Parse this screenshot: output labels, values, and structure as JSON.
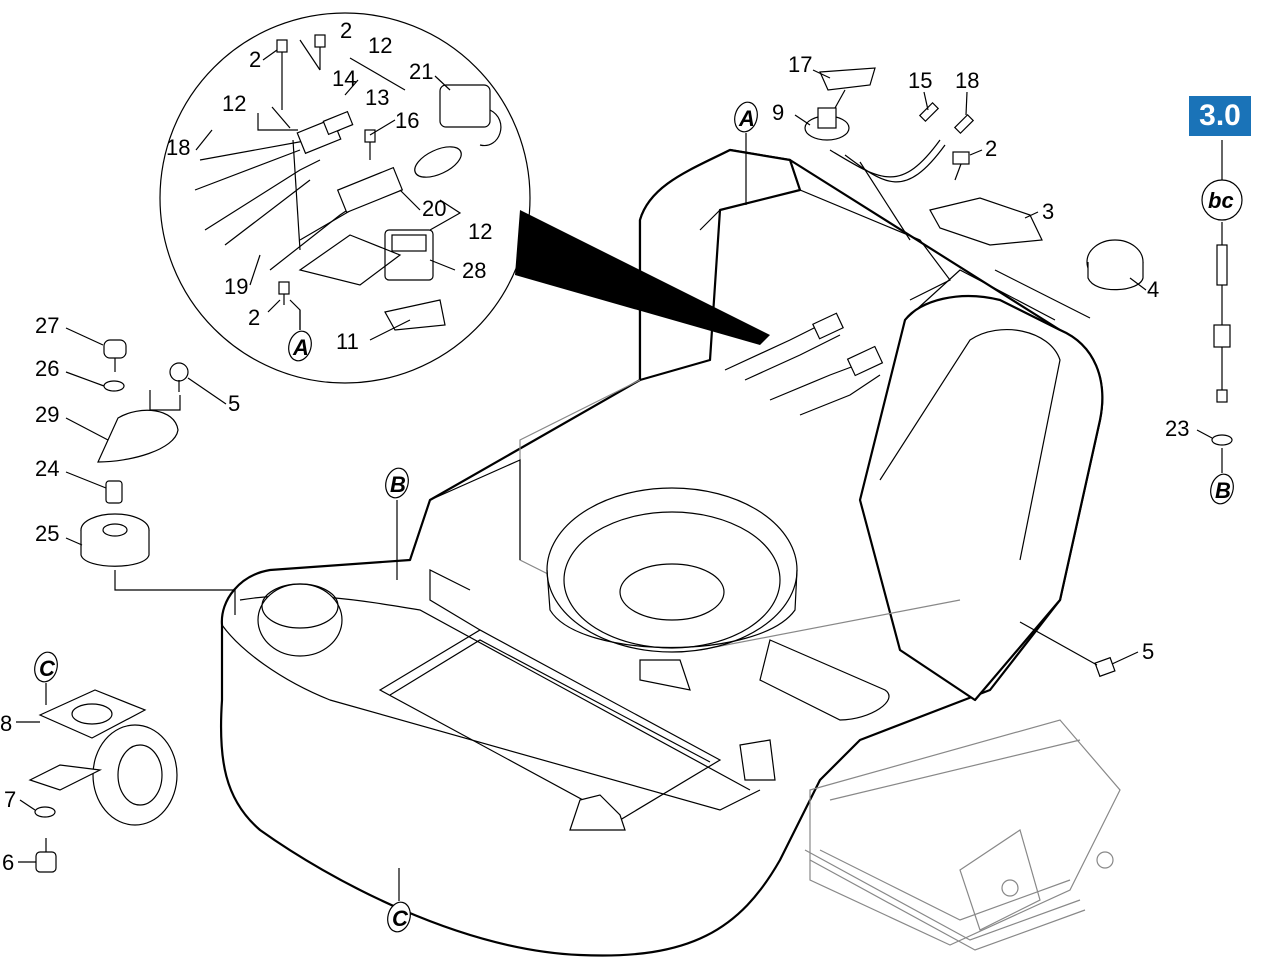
{
  "section_badge": "3.0",
  "colors": {
    "badge": "#1a73b8",
    "line": "#000000",
    "background": "#ffffff"
  },
  "parts": {
    "p2a": "2",
    "p2b": "2",
    "p12a": "12",
    "p14": "14",
    "p21": "21",
    "p12b": "12",
    "p13": "13",
    "p16": "16",
    "p18a": "18",
    "p20": "20",
    "p12c": "12",
    "p19": "19",
    "p28": "28",
    "p2c": "2",
    "p11": "11",
    "p17": "17",
    "p9": "9",
    "p15": "15",
    "p18b": "18",
    "p2d": "2",
    "p3": "3",
    "p4": "4",
    "p27": "27",
    "p26": "26",
    "p5a": "5",
    "p29": "29",
    "p24": "24",
    "p25": "25",
    "p8": "8",
    "p7": "7",
    "p6": "6",
    "p5b": "5",
    "p23": "23"
  },
  "refs": {
    "A1": "A",
    "A2": "A",
    "B1": "B",
    "B2": "B",
    "C1": "C",
    "C2": "C",
    "bc": "bc"
  }
}
